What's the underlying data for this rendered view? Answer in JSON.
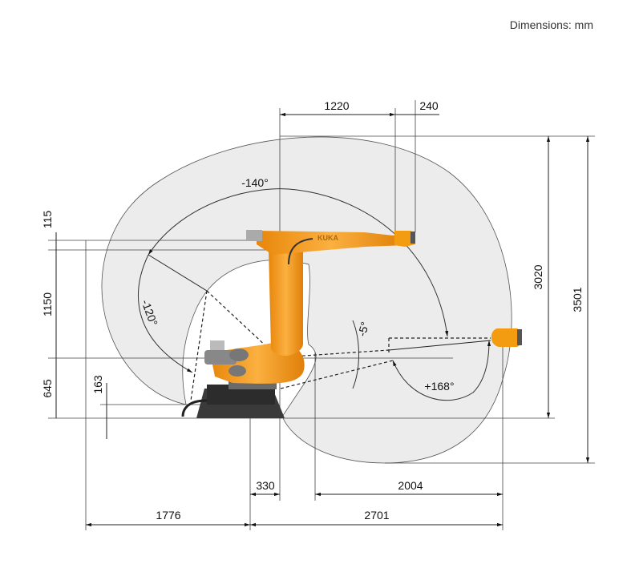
{
  "title": "Dimensions: mm",
  "brand": "KUKA",
  "colors": {
    "robot": "#f39c12",
    "envelope": "#ececec",
    "base": "#3a3a3a"
  },
  "dimensions": {
    "top": [
      "1220",
      "240"
    ],
    "right": [
      "3020",
      "3501"
    ],
    "left": [
      "115",
      "1150",
      "645",
      "163"
    ],
    "bottom_row1": [
      "330",
      "2004"
    ],
    "bottom_row2": [
      "1776",
      "2701"
    ]
  },
  "angles": [
    "-140°",
    "-120°",
    "-5°",
    "+168°"
  ]
}
